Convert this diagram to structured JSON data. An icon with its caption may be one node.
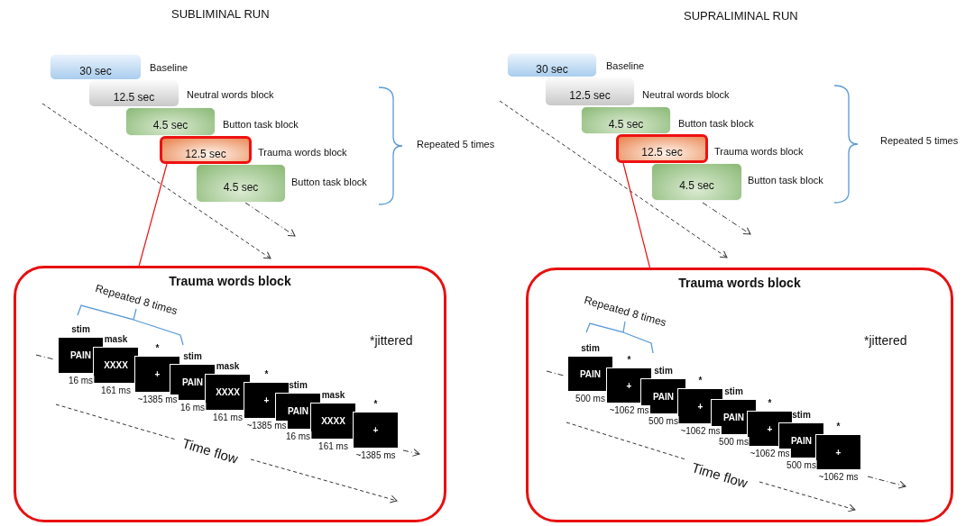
{
  "diagram": {
    "nodes": [
      {
        "text": [
          "30 sec"
        ],
        "beside": [
          "Baseline"
        ]
      },
      {
        "text": [
          "12.5 sec"
        ],
        "beside": [
          "Neutral words block"
        ]
      },
      {
        "text": [
          "4.5 sec"
        ],
        "beside": [
          "Button task block"
        ]
      },
      {
        "text": [
          "12.5 sec"
        ],
        "beside": [
          "Trauma words block"
        ]
      },
      {
        "text": [
          "4.5 sec"
        ],
        "beside": [
          "Button task block"
        ]
      },
      {
        "text": [
          "Trauma words block"
        ]
      },
      {
        "text": [
          "PAIN"
        ],
        "beside": [
          "stim",
          "16 ms"
        ],
        "in": 5
      },
      {
        "text": [
          "XXXX"
        ],
        "beside": [
          "mask",
          "161 ms"
        ],
        "in": 5
      },
      {
        "text": [
          "+"
        ],
        "beside": [
          "*",
          "~1385 ms"
        ],
        "in": 5
      },
      {
        "text": [
          "PAIN"
        ],
        "beside": [
          "stim",
          "16 ms"
        ],
        "in": 5
      },
      {
        "text": [
          "XXXX"
        ],
        "beside": [
          "mask",
          "161 ms"
        ],
        "in": 5
      },
      {
        "text": [
          "+"
        ],
        "beside": [
          "*",
          "~1385 ms"
        ],
        "in": 5
      },
      {
        "text": [
          "PAIN"
        ],
        "beside": [
          "stim",
          "16 ms"
        ],
        "in": 5
      },
      {
        "text": [
          "XXXX"
        ],
        "beside": [
          "mask",
          "161 ms"
        ],
        "in": 5
      },
      {
        "text": [
          "+"
        ],
        "beside": [
          "*",
          "~1385 ms"
        ],
        "in": 5
      },
      {
        "text": [
          "30 sec"
        ],
        "beside": [
          "Baseline"
        ]
      },
      {
        "text": [
          "12.5 sec"
        ],
        "beside": [
          "Neutral words block"
        ]
      },
      {
        "text": [
          "4.5 sec"
        ],
        "beside": [
          "Button task block"
        ]
      },
      {
        "text": [
          "12.5 sec"
        ],
        "beside": [
          "Trauma words block"
        ]
      },
      {
        "text": [
          "4.5 sec"
        ],
        "beside": [
          "Button task block"
        ]
      },
      {
        "text": [
          "Trauma words block"
        ]
      },
      {
        "text": [
          "PAIN"
        ],
        "beside": [
          "stim",
          "500 ms"
        ],
        "in": 20
      },
      {
        "text": [
          "+"
        ],
        "beside": [
          "*",
          "~1062 ms"
        ],
        "in": 20
      },
      {
        "text": [
          "PAIN"
        ],
        "beside": [
          "stim",
          "500 ms"
        ],
        "in": 20
      },
      {
        "text": [
          "+"
        ],
        "beside": [
          "*",
          "~1062 ms"
        ],
        "in": 20
      },
      {
        "text": [
          "PAIN"
        ],
        "beside": [
          "stim",
          "500 ms"
        ],
        "in": 20
      },
      {
        "text": [
          "+"
        ],
        "beside": [
          "*",
          "~1062 ms"
        ],
        "in": 20
      },
      {
        "text": [
          "PAIN"
        ],
        "beside": [
          "stim",
          "500 ms"
        ],
        "in": 20
      },
      {
        "text": [
          "+"
        ],
        "beside": [
          "*",
          "~1062 ms"
        ],
        "in": 20
      }
    ],
    "edges": [
      {
        "from": 3,
        "to": 5,
        "arrow": "none"
      },
      {
        "from": 18,
        "to": 20,
        "arrow": "none"
      }
    ],
    "labels": [
      "SUBLIMINAL RUN",
      "SUPRALIMINAL RUN",
      "Repeated 5 times",
      "Repeated 5 times",
      "Repeated 8 times",
      "*jittered",
      "Time flow",
      "Repeated 8 times",
      "*jittered",
      "Time flow"
    ]
  }
}
